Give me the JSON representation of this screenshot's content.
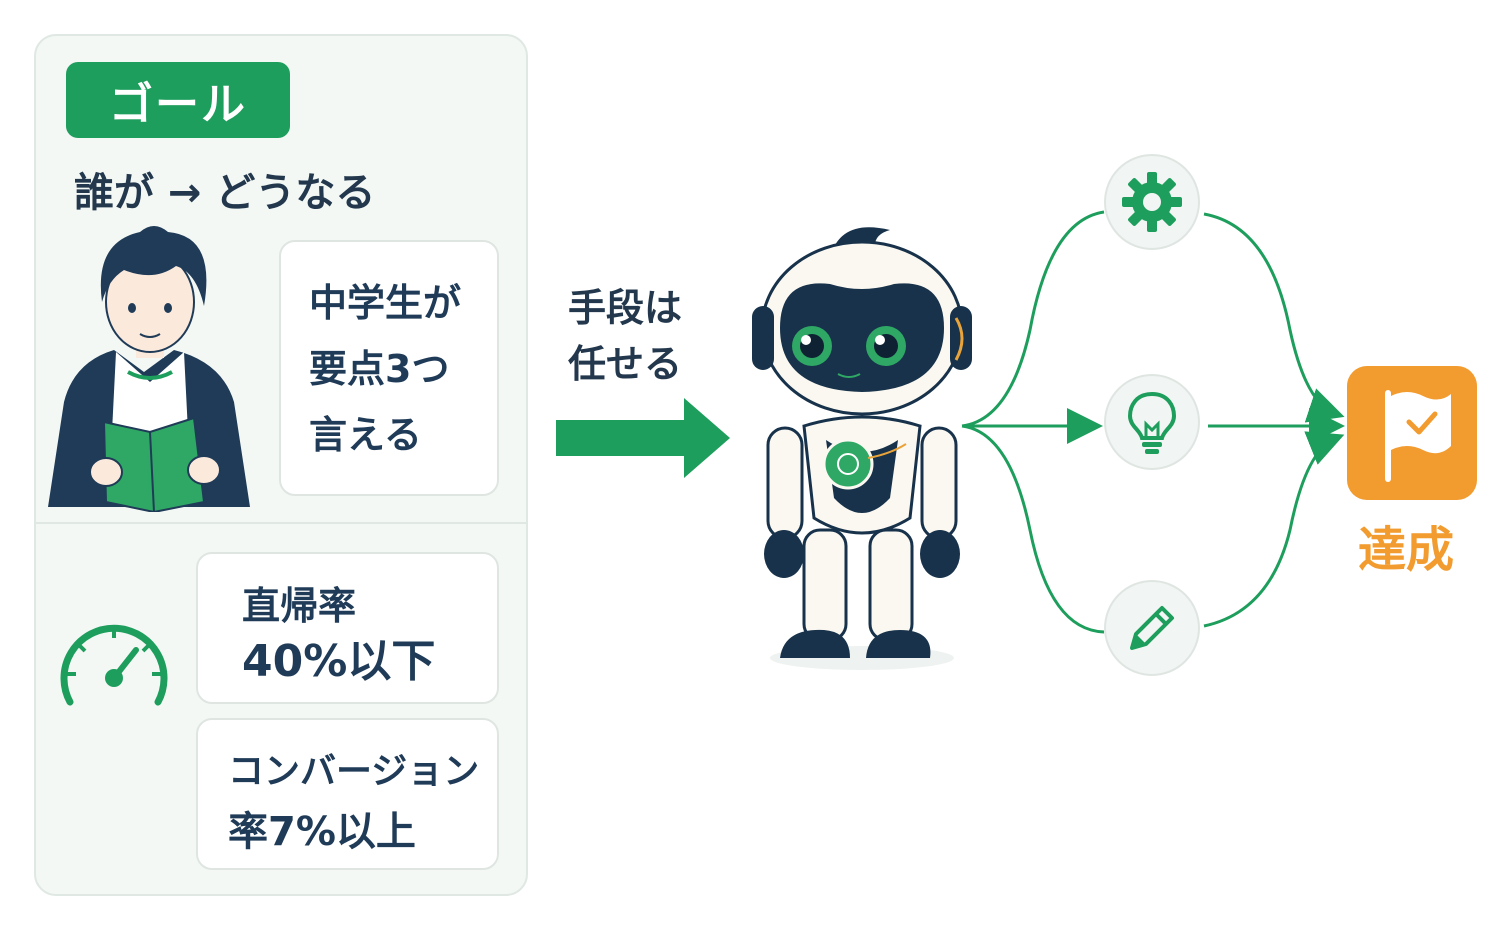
{
  "goal": {
    "badge": "ゴール",
    "formula": "誰が → どうなる",
    "goal_card": {
      "line1": "中学生が",
      "line2": "要点3つ",
      "line3": "言える"
    },
    "metrics": [
      {
        "line1": "直帰率",
        "line2": "40%以下"
      },
      {
        "line1": "コンバージョン",
        "line2": "率7%以上"
      }
    ]
  },
  "means": {
    "line1": "手段は",
    "line2": "任せる"
  },
  "methods": [
    {
      "icon": "gear-icon"
    },
    {
      "icon": "lightbulb-icon"
    },
    {
      "icon": "pencil-icon"
    }
  ],
  "result": {
    "label": "達成",
    "icon": "flag-check-icon"
  },
  "colors": {
    "green": "#1e9e5c",
    "orange": "#f29b2e",
    "navy": "#1f3b57",
    "panel": "#f3f8f5"
  }
}
